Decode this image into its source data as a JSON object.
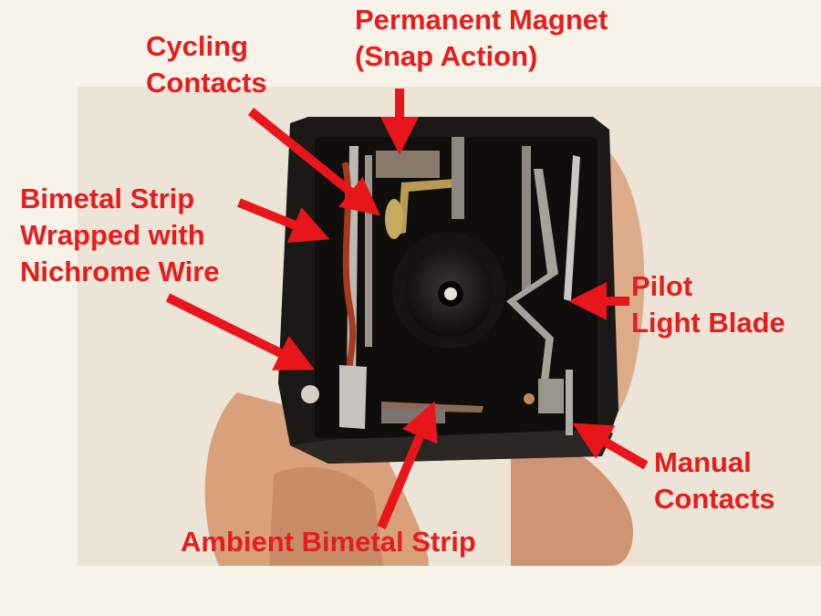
{
  "labels": {
    "permanent_magnet": [
      "Permanent Magnet",
      "(Snap Action)"
    ],
    "cycling_contacts": [
      "Cycling",
      "Contacts"
    ],
    "bimetal_strip": [
      "Bimetal Strip",
      "Wrapped with",
      "Nichrome Wire"
    ],
    "pilot_light_blade": [
      "Pilot",
      "Light Blade"
    ],
    "manual_contacts": [
      "Manual",
      "Contacts"
    ],
    "ambient_bimetal_strip": [
      "Ambient Bimetal Strip"
    ]
  },
  "colors": {
    "label": "#e41e1e",
    "arrow": "#e8151b",
    "page_background": "#f8f3e9",
    "photo_background": "#ece4d6",
    "housing": "#1b1917",
    "hand": "#d9a27d"
  }
}
